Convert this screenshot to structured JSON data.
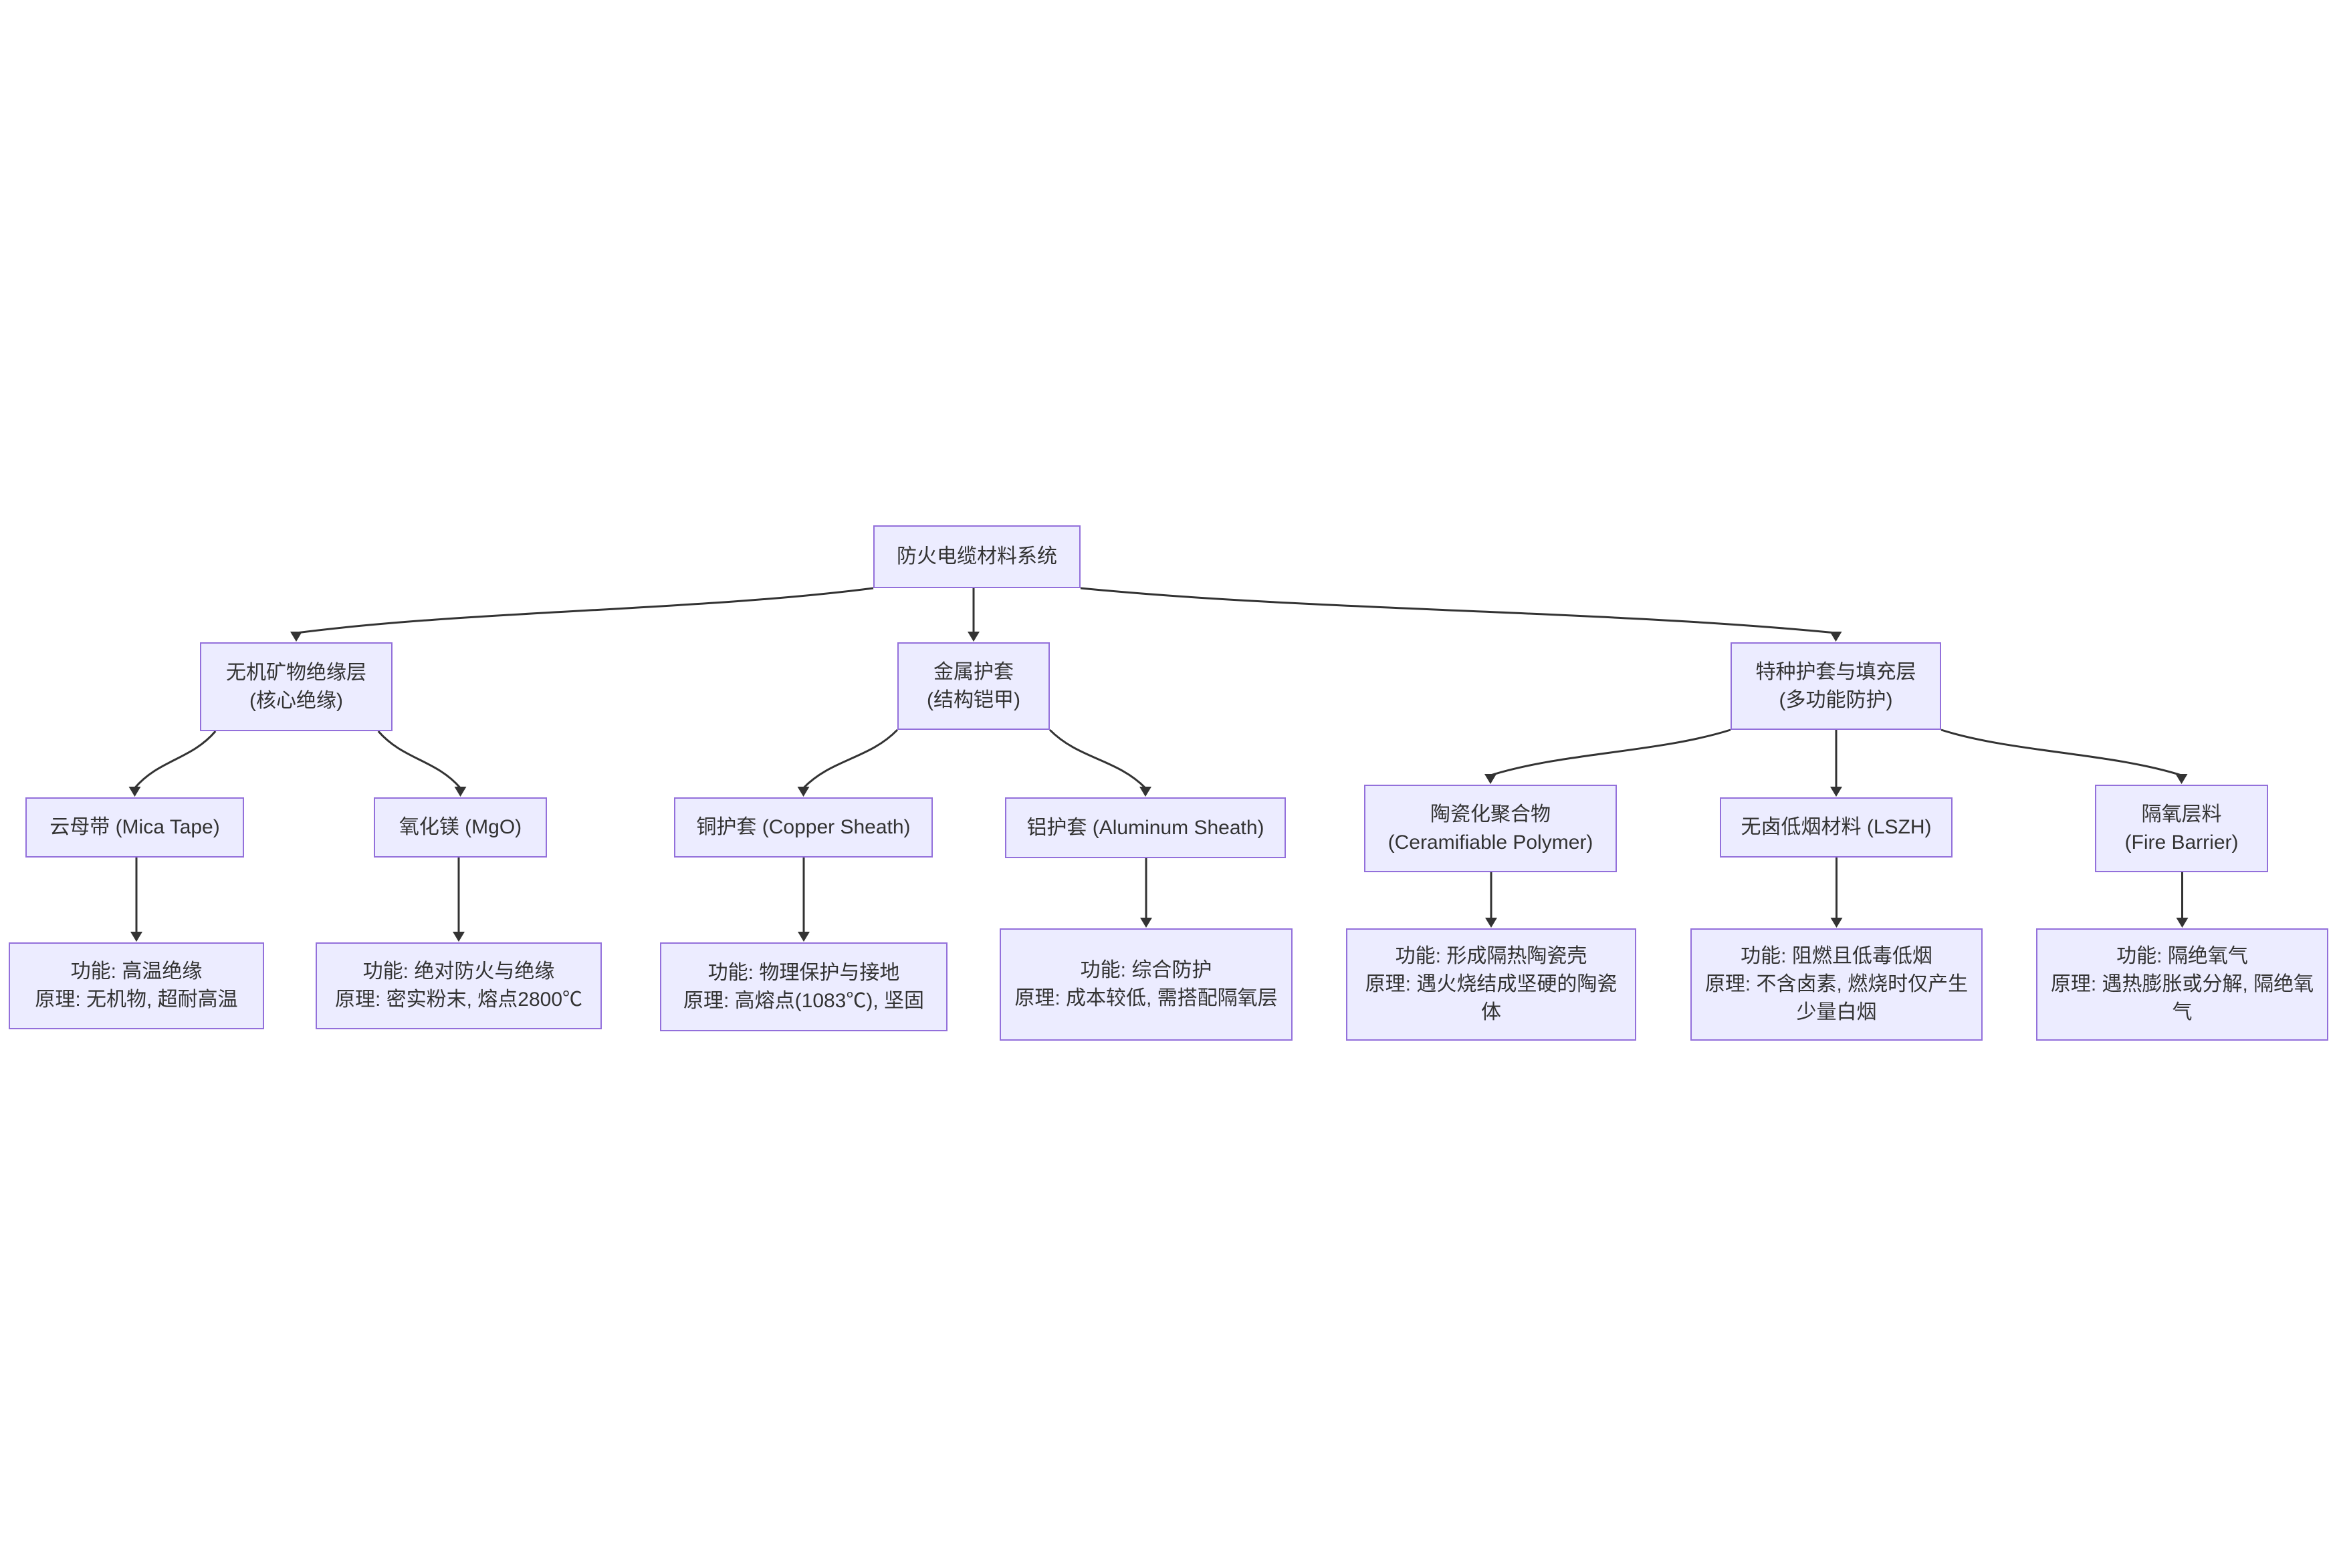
{
  "diagram": {
    "type": "flowchart",
    "direction": "top-down",
    "colors": {
      "node_fill": "#ECECFF",
      "node_border": "#9370DB",
      "edge": "#333333",
      "text": "#333333",
      "background": "#ffffff"
    },
    "nodes": {
      "root": {
        "lines": [
          "防火电缆材料系统"
        ]
      },
      "l1a": {
        "lines": [
          "无机矿物绝缘层",
          "(核心绝缘)"
        ]
      },
      "l1b": {
        "lines": [
          "金属护套",
          "(结构铠甲)"
        ]
      },
      "l1c": {
        "lines": [
          "特种护套与填充层",
          "(多功能防护)"
        ]
      },
      "mica": {
        "lines": [
          "云母带 (Mica Tape)"
        ]
      },
      "mgo": {
        "lines": [
          "氧化镁 (MgO)"
        ]
      },
      "copper": {
        "lines": [
          "铜护套 (Copper Sheath)"
        ]
      },
      "aluminum": {
        "lines": [
          "铝护套 (Aluminum Sheath)"
        ]
      },
      "ceramic": {
        "lines": [
          "陶瓷化聚合物",
          "(Ceramifiable Polymer)"
        ]
      },
      "lszh": {
        "lines": [
          "无卤低烟材料 (LSZH)"
        ]
      },
      "barrier": {
        "lines": [
          "隔氧层料",
          "(Fire Barrier)"
        ]
      },
      "leaf_mica": {
        "lines": [
          "功能: 高温绝缘",
          "原理: 无机物, 超耐高温"
        ]
      },
      "leaf_mgo": {
        "lines": [
          "功能: 绝对防火与绝缘",
          "原理: 密实粉末, 熔点2800℃"
        ]
      },
      "leaf_copper": {
        "lines": [
          "功能: 物理保护与接地",
          "原理: 高熔点(1083℃), 坚固"
        ]
      },
      "leaf_aluminum": {
        "lines": [
          "功能: 综合防护",
          "原理: 成本较低, 需搭配隔氧层"
        ]
      },
      "leaf_ceramic": {
        "lines": [
          "功能: 形成隔热陶瓷壳",
          "原理: 遇火烧结成坚硬的陶瓷体"
        ]
      },
      "leaf_lszh": {
        "lines": [
          "功能: 阻燃且低毒低烟",
          "原理: 不含卤素, 燃烧时仅产生少量白烟"
        ]
      },
      "leaf_barrier": {
        "lines": [
          "功能: 隔绝氧气",
          "原理: 遇热膨胀或分解, 隔绝氧气"
        ]
      }
    },
    "edges": [
      [
        "root",
        "l1a"
      ],
      [
        "root",
        "l1b"
      ],
      [
        "root",
        "l1c"
      ],
      [
        "l1a",
        "mica"
      ],
      [
        "l1a",
        "mgo"
      ],
      [
        "l1b",
        "copper"
      ],
      [
        "l1b",
        "aluminum"
      ],
      [
        "l1c",
        "ceramic"
      ],
      [
        "l1c",
        "lszh"
      ],
      [
        "l1c",
        "barrier"
      ],
      [
        "mica",
        "leaf_mica"
      ],
      [
        "mgo",
        "leaf_mgo"
      ],
      [
        "copper",
        "leaf_copper"
      ],
      [
        "aluminum",
        "leaf_aluminum"
      ],
      [
        "ceramic",
        "leaf_ceramic"
      ],
      [
        "lszh",
        "leaf_lszh"
      ],
      [
        "barrier",
        "leaf_barrier"
      ]
    ]
  }
}
